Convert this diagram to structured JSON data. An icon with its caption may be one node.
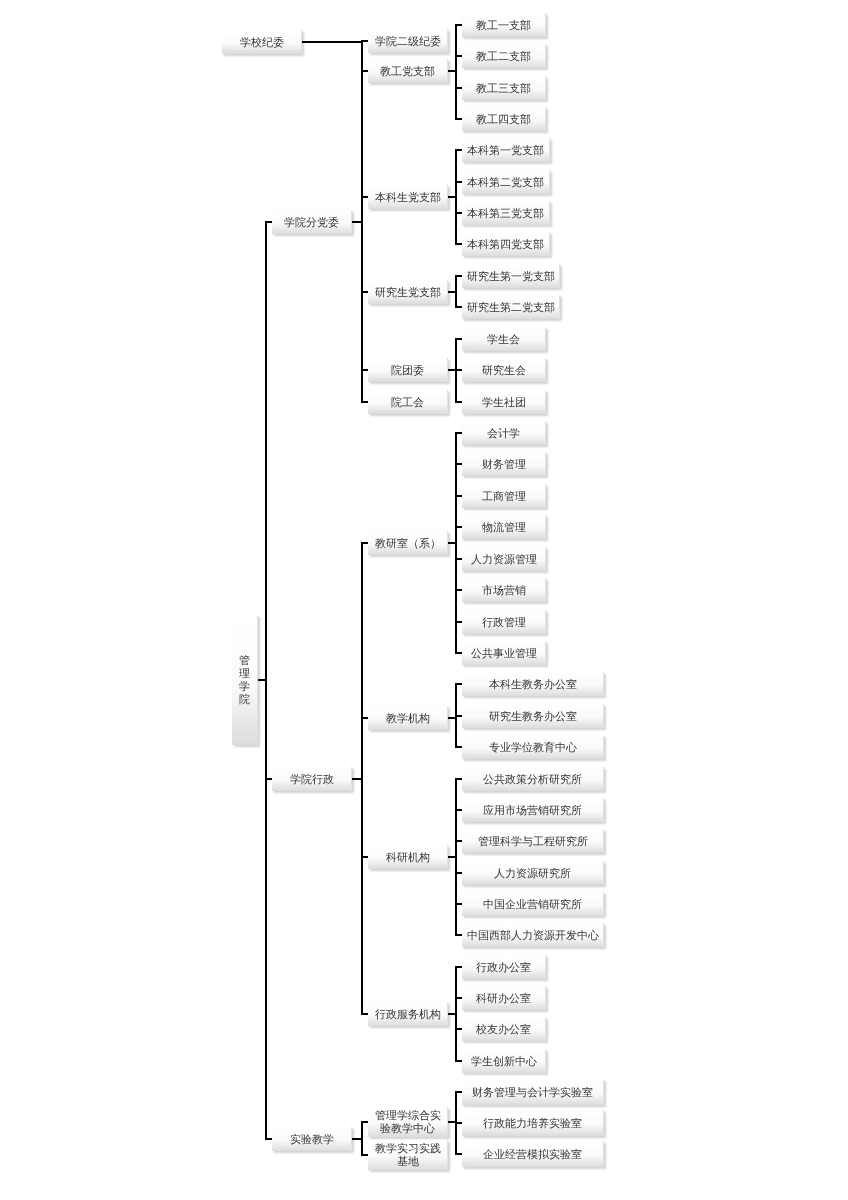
{
  "diagram": {
    "nodes": [
      {
        "text": [
          "管理学院"
        ]
      },
      {
        "text": [
          "学校纪委"
        ]
      },
      {
        "text": [
          "学院分党委"
        ]
      },
      {
        "text": [
          "学院二级纪委"
        ]
      },
      {
        "text": [
          "教工党支部"
        ]
      },
      {
        "text": [
          "教工一支部"
        ]
      },
      {
        "text": [
          "教工二支部"
        ]
      },
      {
        "text": [
          "教工三支部"
        ]
      },
      {
        "text": [
          "教工四支部"
        ]
      },
      {
        "text": [
          "本科生党支部"
        ]
      },
      {
        "text": [
          "本科第一党支部"
        ]
      },
      {
        "text": [
          "本科第二党支部"
        ]
      },
      {
        "text": [
          "本科第三党支部"
        ]
      },
      {
        "text": [
          "本科第四党支部"
        ]
      },
      {
        "text": [
          "研究生党支部"
        ]
      },
      {
        "text": [
          "研究生第一党支部"
        ]
      },
      {
        "text": [
          "研究生第二党支部"
        ]
      },
      {
        "text": [
          "院团委"
        ]
      },
      {
        "text": [
          "学生会"
        ]
      },
      {
        "text": [
          "研究生会"
        ]
      },
      {
        "text": [
          "学生社团"
        ]
      },
      {
        "text": [
          "院工会"
        ]
      },
      {
        "text": [
          "学院行政"
        ]
      },
      {
        "text": [
          "教研室（系）"
        ]
      },
      {
        "text": [
          "会计学"
        ]
      },
      {
        "text": [
          "财务管理"
        ]
      },
      {
        "text": [
          "工商管理"
        ]
      },
      {
        "text": [
          "物流管理"
        ]
      },
      {
        "text": [
          "人力资源管理"
        ]
      },
      {
        "text": [
          "市场营销"
        ]
      },
      {
        "text": [
          "行政管理"
        ]
      },
      {
        "text": [
          "公共事业管理"
        ]
      },
      {
        "text": [
          "教学机构"
        ]
      },
      {
        "text": [
          "本科生教务办公室"
        ]
      },
      {
        "text": [
          "研究生教务办公室"
        ]
      },
      {
        "text": [
          "专业学位教育中心"
        ]
      },
      {
        "text": [
          "科研机构"
        ]
      },
      {
        "text": [
          "公共政策分析研究所"
        ]
      },
      {
        "text": [
          "应用市场营销研究所"
        ]
      },
      {
        "text": [
          "管理科学与工程研究所"
        ]
      },
      {
        "text": [
          "人力资源研究所"
        ]
      },
      {
        "text": [
          "中国企业营销研究所"
        ]
      },
      {
        "text": [
          "中国西部人力资源开发中心"
        ]
      },
      {
        "text": [
          "行政服务机构"
        ]
      },
      {
        "text": [
          "行政办公室"
        ]
      },
      {
        "text": [
          "科研办公室"
        ]
      },
      {
        "text": [
          "校友办公室"
        ]
      },
      {
        "text": [
          "学生创新中心"
        ]
      },
      {
        "text": [
          "实验教学"
        ]
      },
      {
        "text": [
          "管理学综合实验教学中心"
        ]
      },
      {
        "text": [
          "财务管理与会计学实验室"
        ]
      },
      {
        "text": [
          "行政能力培养实验室"
        ]
      },
      {
        "text": [
          "企业经营模拟实验室"
        ]
      },
      {
        "text": [
          "教学实习实践基地"
        ]
      }
    ],
    "edges": [
      {
        "from": 0,
        "to": 2,
        "arrow": "none"
      },
      {
        "from": 0,
        "to": 22,
        "arrow": "none"
      },
      {
        "from": 0,
        "to": 48,
        "arrow": "none"
      },
      {
        "from": 1,
        "to": 3,
        "arrow": "none"
      },
      {
        "from": 2,
        "to": 3,
        "arrow": "none"
      },
      {
        "from": 2,
        "to": 4,
        "arrow": "none"
      },
      {
        "from": 2,
        "to": 9,
        "arrow": "none"
      },
      {
        "from": 2,
        "to": 14,
        "arrow": "none"
      },
      {
        "from": 2,
        "to": 17,
        "arrow": "none"
      },
      {
        "from": 2,
        "to": 21,
        "arrow": "none"
      },
      {
        "from": 4,
        "to": 5,
        "arrow": "none"
      },
      {
        "from": 4,
        "to": 6,
        "arrow": "none"
      },
      {
        "from": 4,
        "to": 7,
        "arrow": "none"
      },
      {
        "from": 4,
        "to": 8,
        "arrow": "none"
      },
      {
        "from": 9,
        "to": 10,
        "arrow": "none"
      },
      {
        "from": 9,
        "to": 11,
        "arrow": "none"
      },
      {
        "from": 9,
        "to": 12,
        "arrow": "none"
      },
      {
        "from": 9,
        "to": 13,
        "arrow": "none"
      },
      {
        "from": 14,
        "to": 15,
        "arrow": "none"
      },
      {
        "from": 14,
        "to": 16,
        "arrow": "none"
      },
      {
        "from": 17,
        "to": 18,
        "arrow": "none"
      },
      {
        "from": 17,
        "to": 19,
        "arrow": "none"
      },
      {
        "from": 17,
        "to": 20,
        "arrow": "none"
      },
      {
        "from": 22,
        "to": 23,
        "arrow": "none"
      },
      {
        "from": 22,
        "to": 32,
        "arrow": "none"
      },
      {
        "from": 22,
        "to": 36,
        "arrow": "none"
      },
      {
        "from": 22,
        "to": 43,
        "arrow": "none"
      },
      {
        "from": 23,
        "to": 24,
        "arrow": "none"
      },
      {
        "from": 23,
        "to": 25,
        "arrow": "none"
      },
      {
        "from": 23,
        "to": 26,
        "arrow": "none"
      },
      {
        "from": 23,
        "to": 27,
        "arrow": "none"
      },
      {
        "from": 23,
        "to": 28,
        "arrow": "none"
      },
      {
        "from": 23,
        "to": 29,
        "arrow": "none"
      },
      {
        "from": 23,
        "to": 30,
        "arrow": "none"
      },
      {
        "from": 23,
        "to": 31,
        "arrow": "none"
      },
      {
        "from": 32,
        "to": 33,
        "arrow": "none"
      },
      {
        "from": 32,
        "to": 34,
        "arrow": "none"
      },
      {
        "from": 32,
        "to": 35,
        "arrow": "none"
      },
      {
        "from": 36,
        "to": 37,
        "arrow": "none"
      },
      {
        "from": 36,
        "to": 38,
        "arrow": "none"
      },
      {
        "from": 36,
        "to": 39,
        "arrow": "none"
      },
      {
        "from": 36,
        "to": 40,
        "arrow": "none"
      },
      {
        "from": 36,
        "to": 41,
        "arrow": "none"
      },
      {
        "from": 36,
        "to": 42,
        "arrow": "none"
      },
      {
        "from": 43,
        "to": 44,
        "arrow": "none"
      },
      {
        "from": 43,
        "to": 45,
        "arrow": "none"
      },
      {
        "from": 43,
        "to": 46,
        "arrow": "none"
      },
      {
        "from": 43,
        "to": 47,
        "arrow": "none"
      },
      {
        "from": 48,
        "to": 49,
        "arrow": "none"
      },
      {
        "from": 48,
        "to": 53,
        "arrow": "none"
      },
      {
        "from": 49,
        "to": 50,
        "arrow": "none"
      },
      {
        "from": 49,
        "to": 51,
        "arrow": "none"
      },
      {
        "from": 49,
        "to": 52,
        "arrow": "none"
      }
    ]
  }
}
